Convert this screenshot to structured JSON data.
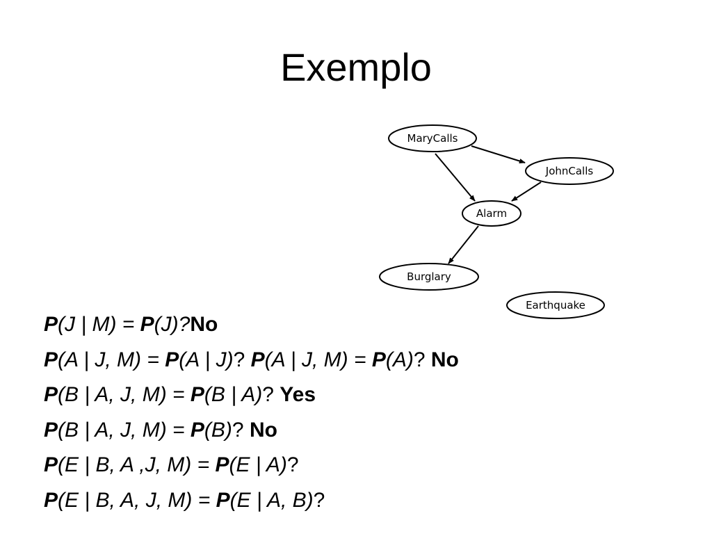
{
  "slide": {
    "title": "Exemplo"
  },
  "network": {
    "nodes": {
      "marycalls": "MaryCalls",
      "johncalls": "JohnCalls",
      "alarm": "Alarm",
      "burglary": "Burglary",
      "earthquake": "Earthquake"
    },
    "edges": [
      [
        "MaryCalls",
        "JohnCalls"
      ],
      [
        "MaryCalls",
        "Alarm"
      ],
      [
        "JohnCalls",
        "Alarm"
      ],
      [
        "Alarm",
        "Burglary"
      ]
    ]
  },
  "questions": [
    {
      "p1": "P",
      "lhs": "(J | M) = ",
      "p2": "P",
      "rhs": "(J)",
      "q": "?",
      "extra": [],
      "answer": "No"
    },
    {
      "p1": "P",
      "lhs": "(A | J, M) = ",
      "p2": "P",
      "rhs": "(A | J)",
      "q": "? ",
      "extra": [
        {
          "p1": "P",
          "lhs": "(A | J, M) = ",
          "p2": "P",
          "rhs": "(A)",
          "q": "? "
        }
      ],
      "answer": "No"
    },
    {
      "p1": "P",
      "lhs": "(B | A, J, M) = ",
      "p2": "P",
      "rhs": "(B | A)",
      "q": "? ",
      "extra": [],
      "answer": "Yes"
    },
    {
      "p1": "P",
      "lhs": "(B | A, J, M) = ",
      "p2": "P",
      "rhs": "(B)",
      "q": "? ",
      "extra": [],
      "answer": "No"
    },
    {
      "p1": "P",
      "lhs": "(E | B, A ,J, M) = ",
      "p2": "P",
      "rhs": "(E | A)",
      "q": "?",
      "extra": [],
      "answer": ""
    },
    {
      "p1": "P",
      "lhs": "(E | B, A, J, M) = ",
      "p2": "P",
      "rhs": "(E | A, B)",
      "q": "?",
      "extra": [],
      "answer": ""
    }
  ]
}
